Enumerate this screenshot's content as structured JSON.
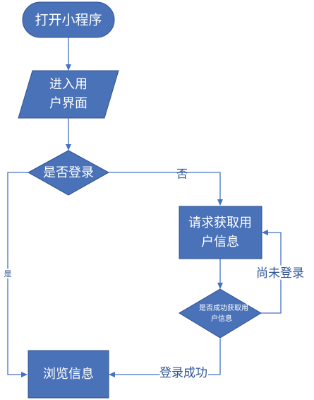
{
  "colors": {
    "node_fill": "#4a72b8",
    "node_stroke": "#2f528f",
    "edge": "#4472c4",
    "label": "#2f5597",
    "background": "#ffffff"
  },
  "nodes": {
    "start": {
      "text": "打开小程序",
      "shape": "terminator"
    },
    "enter_ui": {
      "line1": "进入用",
      "line2": "户界面",
      "shape": "parallelogram"
    },
    "is_logged_in": {
      "text": "是否登录",
      "shape": "diamond"
    },
    "request_user_info": {
      "line1": "请求获取用",
      "line2": "户信息",
      "shape": "rectangle"
    },
    "got_user_info": {
      "line1": "是否成功获取用",
      "line2": "户信息",
      "shape": "diamond"
    },
    "browse_info": {
      "text": "浏览信息",
      "shape": "rectangle"
    }
  },
  "edges": {
    "no_label": "否",
    "yes_label": "是",
    "not_logged_label": "尚未登录",
    "login_success_label": "登录成功"
  }
}
